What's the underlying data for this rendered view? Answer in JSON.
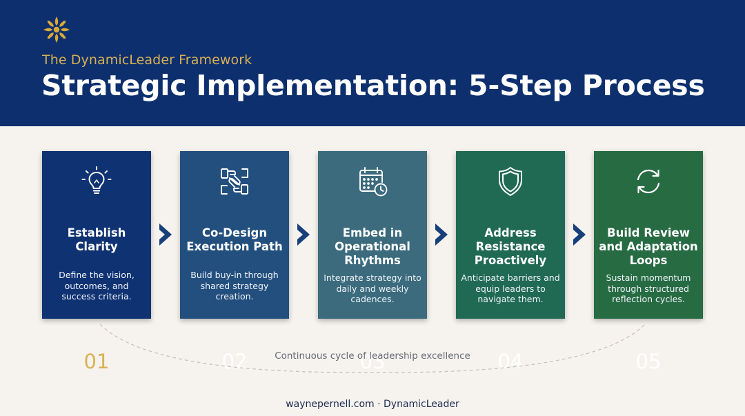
{
  "header": {
    "logo_icon": "sunburst-logo",
    "subtitle": "The DynamicLeader Framework",
    "title": "Strategic Implementation: 5-Step Process"
  },
  "colors": {
    "header_bg": "#0d2f6e",
    "accent_gold": "#d9b152",
    "card_1": "#0f3272",
    "card_2": "#234f7e",
    "card_3": "#3b6b7d",
    "card_4": "#206a54",
    "card_5": "#276b43",
    "arrow": "#173f7a"
  },
  "steps": [
    {
      "number": "01",
      "icon": "lightbulb-icon",
      "title": "Establish Clarity",
      "description": "Define the vision, outcomes, and success criteria."
    },
    {
      "number": "02",
      "icon": "hands-together-icon",
      "title": "Co-Design Execution Path",
      "description": "Build buy-in through shared strategy creation."
    },
    {
      "number": "03",
      "icon": "calendar-clock-icon",
      "title": "Embed in Operational Rhythms",
      "description": "Integrate strategy into daily and weekly cadences."
    },
    {
      "number": "04",
      "icon": "shield-icon",
      "title": "Address Resistance Proactively",
      "description": "Anticipate barriers and equip leaders to navigate them."
    },
    {
      "number": "05",
      "icon": "refresh-cycle-icon",
      "title": "Build Review and Adaptation Loops",
      "description": "Sustain momentum through structured reflection cycles."
    }
  ],
  "cycle_caption": "Continuous cycle of leadership excellence",
  "footer": "waynepernell.com · DynamicLeader"
}
